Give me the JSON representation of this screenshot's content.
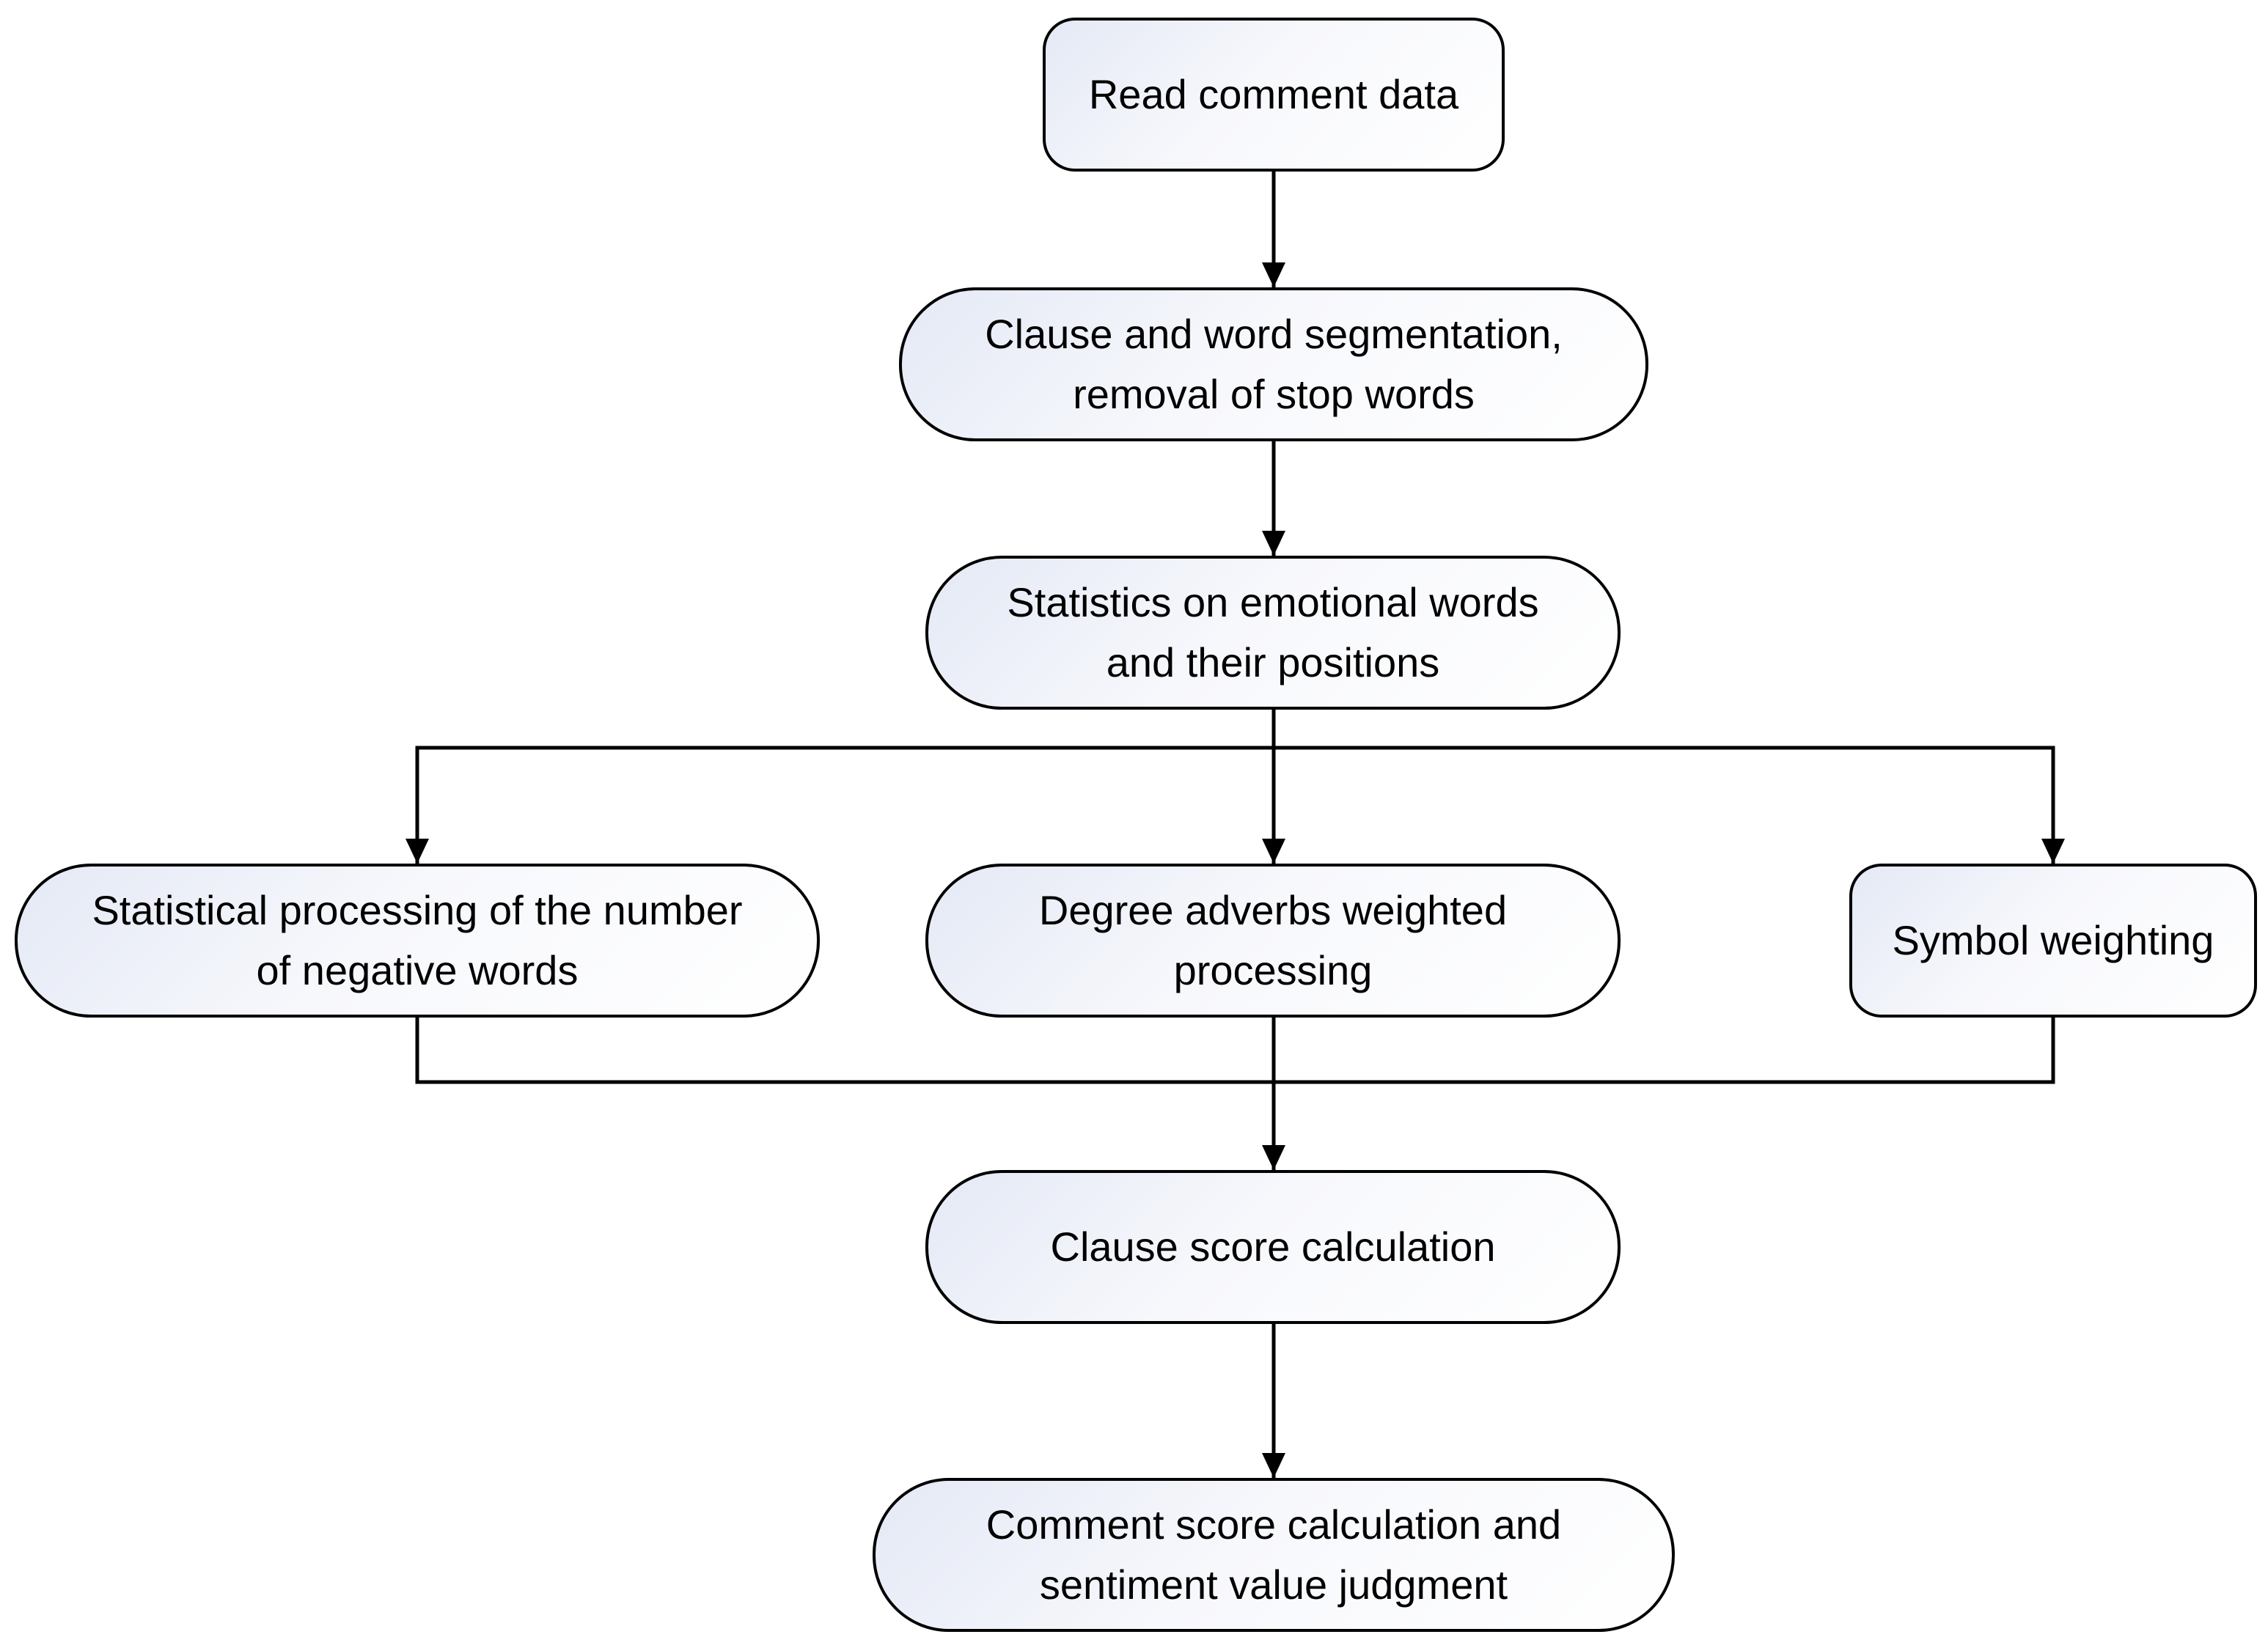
{
  "diagram": {
    "type": "flowchart",
    "colors": {
      "line": "#000000",
      "node_fill_start": "#e4e9f5",
      "node_fill_end": "#ffffff"
    },
    "nodes": {
      "read": {
        "lines": [
          "Read comment data"
        ]
      },
      "segmentation": {
        "lines": [
          "Clause and word segmentation,",
          "removal of stop words"
        ]
      },
      "statistics": {
        "lines": [
          "Statistics on emotional words",
          "and their positions"
        ]
      },
      "negative": {
        "lines": [
          "Statistical processing of the number",
          "of negative words"
        ]
      },
      "degree": {
        "lines": [
          "Degree adverbs weighted",
          "processing"
        ]
      },
      "symbol": {
        "lines": [
          "Symbol weighting"
        ]
      },
      "clause_score": {
        "lines": [
          "Clause score calculation"
        ]
      },
      "comment_score": {
        "lines": [
          "Comment score calculation and",
          "sentiment value judgment"
        ]
      }
    },
    "edges": [
      {
        "from": "read",
        "to": "segmentation"
      },
      {
        "from": "segmentation",
        "to": "statistics"
      },
      {
        "from": "statistics",
        "to": "negative"
      },
      {
        "from": "statistics",
        "to": "degree"
      },
      {
        "from": "statistics",
        "to": "symbol"
      },
      {
        "from": "negative",
        "to": "clause_score"
      },
      {
        "from": "degree",
        "to": "clause_score"
      },
      {
        "from": "symbol",
        "to": "clause_score"
      },
      {
        "from": "clause_score",
        "to": "comment_score"
      }
    ]
  }
}
